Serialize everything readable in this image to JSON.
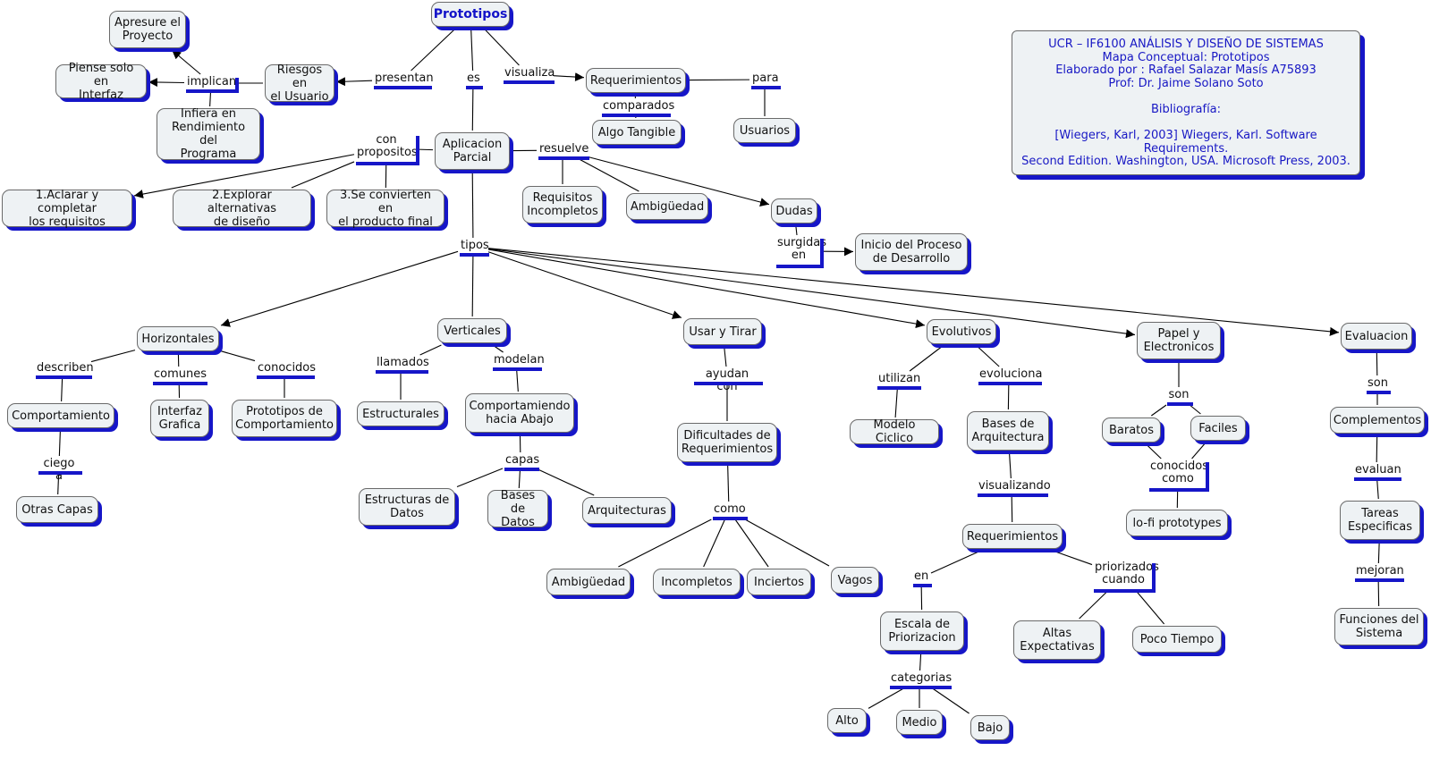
{
  "info_box": {
    "line1": "UCR – IF6100 ANÁLISIS Y DISEÑO DE SISTEMAS",
    "line2": "Mapa Conceptual: Prototipos",
    "line3": "Elaborado por : Rafael Salazar Masís A75893",
    "line4": "Prof: Dr. Jaime Solano Soto",
    "line5": "Bibliografía:",
    "line6": "[Wiegers, Karl, 2003] Wiegers, Karl. Software Requirements.",
    "line7": "Second Edition. Washington, USA. Microsoft Press, 2003."
  },
  "concepts": {
    "prototipos": "Prototipos",
    "apresure": "Apresure el\nProyecto",
    "piense": "Piense solo en\nInterfaz",
    "riesgos": "Riesgos en\nel Usuario",
    "infiera": "Infiera en\nRendimiento del\nPrograma",
    "requerimientos_top": "Requerimientos",
    "algo_tangible": "Algo Tangible",
    "usuarios": "Usuarios",
    "aplicacion": "Aplicacion\nParcial",
    "aclarar": "1.Aclarar y completar\nlos requisitos",
    "explorar": "2.Explorar alternativas\nde diseño",
    "convierten": "3.Se convierten en\nel producto final",
    "requisitos_inc": "Requisitos\nIncompletos",
    "ambiguedad_top": "Ambigüedad",
    "dudas": "Dudas",
    "inicio_proceso": "Inicio del Proceso\nde Desarrollo",
    "horizontales": "Horizontales",
    "verticales": "Verticales",
    "usar_tirar": "Usar y Tirar",
    "evolutivos": "Evolutivos",
    "papel": "Papel y\nElectronicos",
    "evaluacion": "Evaluacion",
    "comportamiento": "Comportamiento",
    "interfaz_grafica": "Interfaz\nGrafica",
    "prot_comport": "Prototipos de\nComportamiento",
    "otras_capas": "Otras Capas",
    "estructurales": "Estructurales",
    "comp_abajo": "Comportamiendo\nhacia Abajo",
    "estructuras_datos": "Estructuras de\nDatos",
    "bases_datos": "Bases de\nDatos",
    "arquitecturas": "Arquitecturas",
    "dificultades": "Dificultades de\nRequerimientos",
    "ambiguedad_b": "Ambigüedad",
    "incompletos": "Incompletos",
    "inciertos": "Inciertos",
    "vagos": "Vagos",
    "modelo_ciclico": "Modelo Ciclico",
    "bases_arq": "Bases de\nArquitectura",
    "requerimientos_b": "Requerimientos",
    "escala": "Escala de\nPriorizacion",
    "altas": "Altas\nExpectativas",
    "poco_tiempo": "Poco Tiempo",
    "alto": "Alto",
    "medio": "Medio",
    "bajo": "Bajo",
    "baratos": "Baratos",
    "faciles": "Faciles",
    "lofi": "lo-fi prototypes",
    "complementos": "Complementos",
    "tareas": "Tareas\nEspecificas",
    "funciones": "Funciones del\nSistema"
  },
  "links": {
    "presentan": "presentan",
    "es": "es",
    "visualiza": "visualiza",
    "implican": "implican",
    "comparados": "comparados",
    "para": "para",
    "con_propositos": "con\npropositos",
    "resuelve": "resuelve",
    "surgidas_en": "surgidas\nen",
    "tipos": "tipos",
    "describen": "describen",
    "comunes": "comunes",
    "conocidos_h": "conocidos",
    "ciego_a": "ciego a",
    "llamados": "llamados",
    "modelan": "modelan",
    "capas": "capas",
    "ayudan_con": "ayudan con",
    "como": "como",
    "utilizan": "utilizan",
    "evoluciona": "evoluciona",
    "visualizando": "visualizando",
    "en": "en",
    "priorizados": "priorizados\ncuando",
    "categorias": "categorias",
    "son_p": "son",
    "conocidos_como": "conocidos\ncomo",
    "son_e": "son",
    "evaluan": "evaluan",
    "mejoran": "mejoran"
  }
}
